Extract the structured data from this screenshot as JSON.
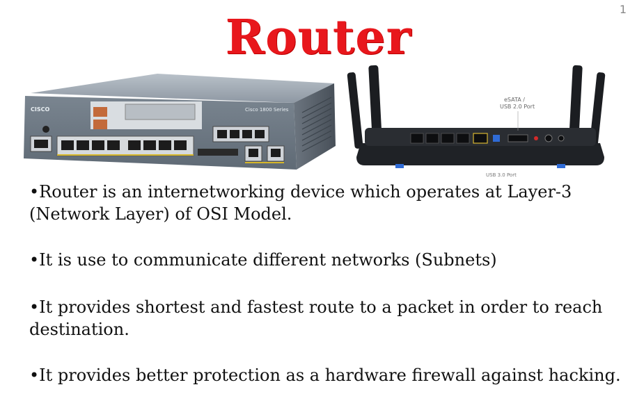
{
  "slide": {
    "corner_mark": "1",
    "title": "Router",
    "title_color": "#e8171c",
    "images": {
      "cisco_router": {
        "brand_text": "CISCO",
        "model_text": "Cisco 1800 Series"
      },
      "linksys_router": {
        "esata_label_line1": "eSATA /",
        "esata_label_line2": "USB 2.0 Port",
        "usb3_label": "USB 3.0 Port"
      }
    },
    "bullets": [
      {
        "text": "•Router is an internetworking device which  operates at Layer-3 (Network Layer) of OSI Model."
      },
      {
        "text": "•It is use to communicate different networks (Subnets)"
      },
      {
        "text": "•It provides shortest and fastest route to a packet in order to reach destination."
      },
      {
        "text": "•It provides better protection as a hardware firewall against hacking."
      }
    ]
  }
}
